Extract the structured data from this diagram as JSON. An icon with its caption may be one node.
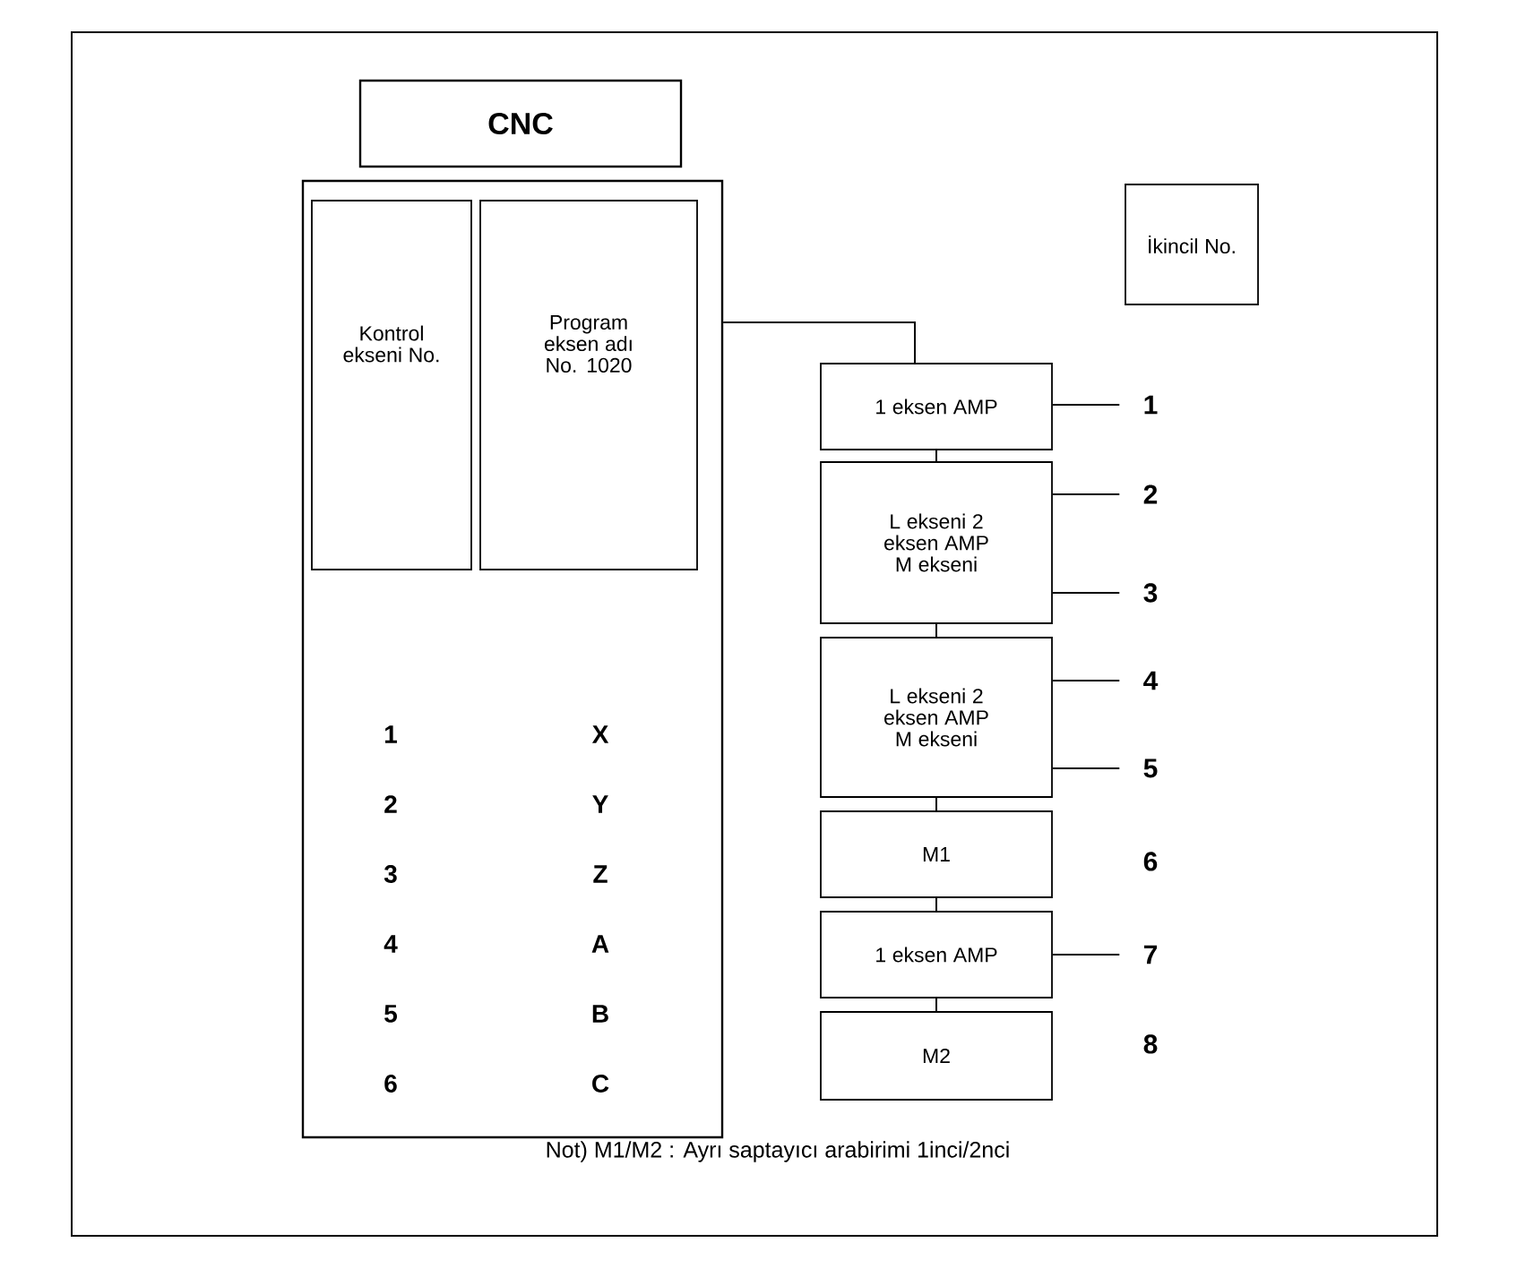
{
  "diagram": {
    "nodes": [
      {
        "text": [
          "CNC"
        ]
      },
      {
        "text": [],
        "shape": "box"
      },
      {
        "text": [
          "Kontrol ekseni No."
        ],
        "in": 1
      },
      {
        "text": [
          "Program eksen adı No. 1020"
        ],
        "in": 1
      },
      {
        "text": [
          "İkincil No."
        ]
      },
      {
        "text": [
          "1 eksen AMP"
        ]
      },
      {
        "text": [
          "L ekseni 2 eksen AMP M ekseni"
        ]
      },
      {
        "text": [
          "L ekseni 2 eksen AMP M ekseni"
        ]
      },
      {
        "text": [
          "M1"
        ]
      },
      {
        "text": [
          "1 eksen AMP"
        ]
      },
      {
        "text": [
          "M2"
        ]
      },
      {
        "text": [
          "1"
        ]
      },
      {
        "text": [
          "2"
        ]
      },
      {
        "text": [
          "3"
        ]
      },
      {
        "text": [
          "4"
        ]
      },
      {
        "text": [
          "5"
        ]
      },
      {
        "text": [
          "6"
        ]
      },
      {
        "text": [
          "7"
        ]
      },
      {
        "text": [
          "8"
        ]
      }
    ],
    "edges": [
      {
        "from": 1,
        "to": 5,
        "arrow": "none"
      },
      {
        "from": 5,
        "to": 6,
        "arrow": "none"
      },
      {
        "from": 6,
        "to": 7,
        "arrow": "none"
      },
      {
        "from": 7,
        "to": 8,
        "arrow": "none"
      },
      {
        "from": 8,
        "to": 9,
        "arrow": "none"
      },
      {
        "from": 9,
        "to": 10,
        "arrow": "none"
      },
      {
        "from": 5,
        "to": 11,
        "arrow": "none"
      },
      {
        "from": 6,
        "to": 12,
        "arrow": "none"
      },
      {
        "from": 6,
        "to": 13,
        "arrow": "none"
      },
      {
        "from": 7,
        "to": 14,
        "arrow": "none"
      },
      {
        "from": 7,
        "to": 15,
        "arrow": "none"
      },
      {
        "from": 9,
        "to": 17,
        "arrow": "none"
      }
    ],
    "labels": [
      "1",
      "X",
      "2",
      "Y",
      "3",
      "Z",
      "4",
      "A",
      "5",
      "B",
      "6",
      "C",
      "Not) M1/M2 : Ayrı saptayıcı arabirimi 1inci/2nci"
    ]
  }
}
